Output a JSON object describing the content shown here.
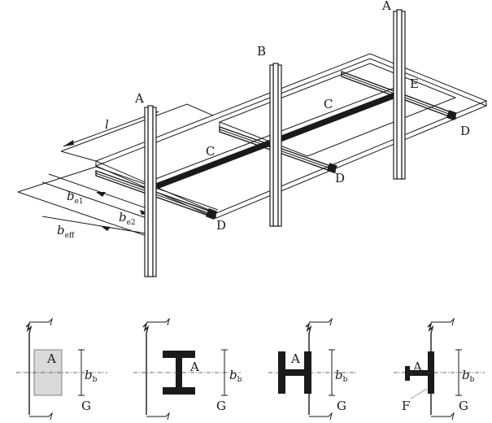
{
  "top_view": {
    "column_labels": [
      "A",
      "B",
      "A"
    ],
    "beam_labels": [
      "C",
      "C"
    ],
    "edge_labels": [
      "D",
      "D",
      "D"
    ],
    "joint_label": "E",
    "length_label": "l",
    "width_labels": {
      "be1_main": "b",
      "be1_sub": "e1",
      "be2_main": "b",
      "be2_sub": "e2",
      "beff_main": "b",
      "beff_sub": "eff"
    }
  },
  "details": [
    {
      "type": "concrete-block",
      "section_label": "A",
      "ground_label": "G",
      "dim_main": "b",
      "dim_sub": "b"
    },
    {
      "type": "i-beam",
      "section_label": "A",
      "ground_label": "G",
      "dim_main": "b",
      "dim_sub": "b"
    },
    {
      "type": "h-column",
      "section_label": "A",
      "ground_label": "G",
      "dim_main": "b",
      "dim_sub": "b"
    },
    {
      "type": "t-section",
      "section_label": "A",
      "ground_label": "G",
      "dim_main": "b",
      "dim_sub": "b",
      "extra_label": "F"
    }
  ],
  "colors": {
    "ink": "#1a1a1a",
    "fill_grey": "#d9d9d9",
    "background": "#ffffff"
  }
}
